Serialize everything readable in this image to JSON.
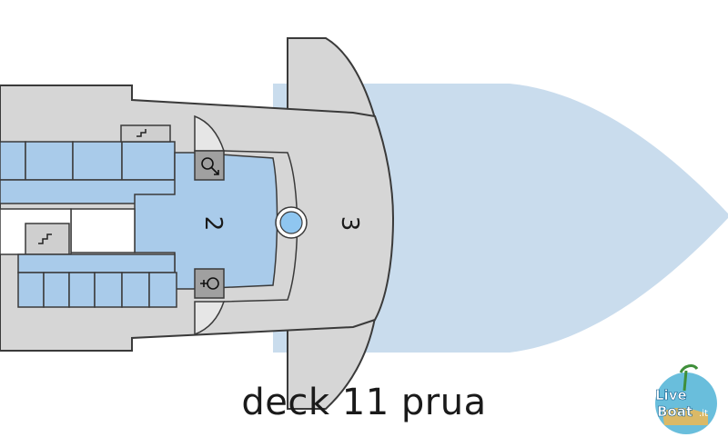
{
  "deck": {
    "caption": "deck 11 prua",
    "area_labels": {
      "area_2": "2",
      "area_3": "3"
    },
    "icons": [
      "stairs-icon",
      "male-restroom-icon",
      "female-restroom-icon",
      "pool-icon"
    ]
  },
  "logo": {
    "text_live": "Live",
    "text_boat": "Boat",
    "text_tld": ".it"
  },
  "colors": {
    "sea": "#c9dced",
    "deck": "#d6d6d6",
    "cabin": "#a9cbea",
    "outline": "#3a3a3a",
    "pool": "#8fc6f0"
  }
}
